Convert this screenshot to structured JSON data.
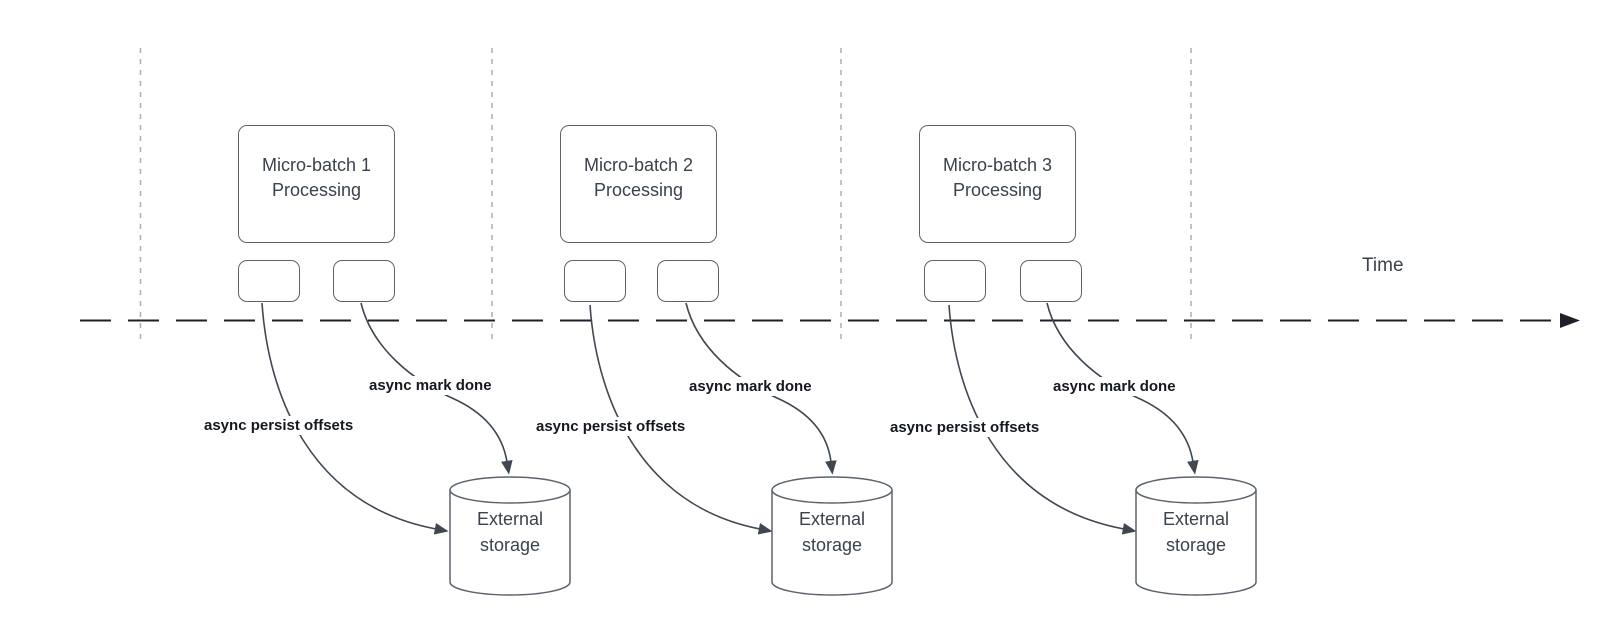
{
  "diagram": {
    "time_axis_label": "Time",
    "groups": [
      {
        "title_line1": "Micro-batch 1",
        "title_line2": "Processing",
        "persist_label": "async persist offsets",
        "done_label": "async mark done",
        "storage_label": "External storage"
      },
      {
        "title_line1": "Micro-batch 2",
        "title_line2": "Processing",
        "persist_label": "async persist offsets",
        "done_label": "async mark done",
        "storage_label": "External storage"
      },
      {
        "title_line1": "Micro-batch 3",
        "title_line2": "Processing",
        "persist_label": "async persist offsets",
        "done_label": "async mark done",
        "storage_label": "External storage"
      }
    ],
    "colors": {
      "shape_stroke": "#5b636c",
      "shape_text": "#3a424c",
      "connector": "#3f4751",
      "timeline": "#1d2127",
      "guide_line": "#abadb3",
      "label_text": "#14181f",
      "background": "#ffffff"
    }
  }
}
